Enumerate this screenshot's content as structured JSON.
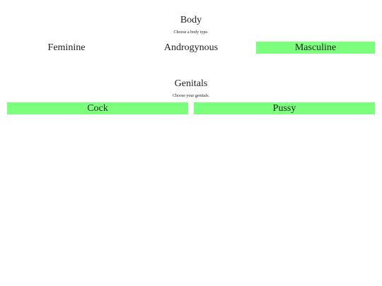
{
  "body": {
    "title": "Body",
    "subtitle": "Choose a body type.",
    "options": [
      {
        "label": "Feminine",
        "selected": false
      },
      {
        "label": "Androgynous",
        "selected": false
      },
      {
        "label": "Masculine",
        "selected": true
      }
    ]
  },
  "genitals": {
    "title": "Genitals",
    "subtitle": "Choose your genitals.",
    "options": [
      {
        "label": "Cock",
        "selected": true
      },
      {
        "label": "Pussy",
        "selected": true
      }
    ]
  },
  "colors": {
    "selected": "#7cff7c",
    "background": "#ffffff",
    "text": "#222222"
  }
}
